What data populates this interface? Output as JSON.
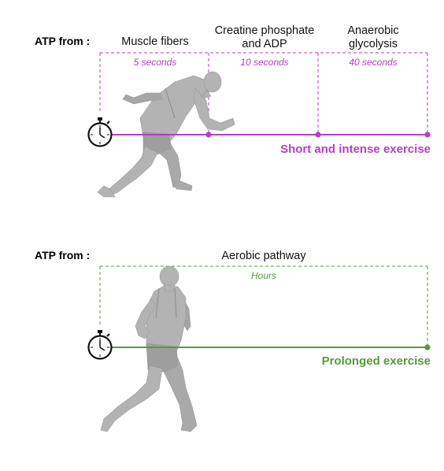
{
  "colors": {
    "short": "#b43fc8",
    "long": "#5a9a3c",
    "figure": "#b3b3b3",
    "figure_dark": "#8c8c8c",
    "text": "#111111"
  },
  "short": {
    "atp_label": "ATP from :",
    "sources": [
      {
        "line1": "Muscle fibers",
        "line2": "",
        "duration": "5 seconds"
      },
      {
        "line1": "Creatine phosphate",
        "line2": "and ADP",
        "duration": "10 seconds"
      },
      {
        "line1": "Anaerobic",
        "line2": "glycolysis",
        "duration": "40 seconds"
      }
    ],
    "exercise_label": "Short and intense exercise",
    "icons": {
      "timer": "stopwatch-icon",
      "figure": "sprinter-figure"
    }
  },
  "long": {
    "atp_label": "ATP from :",
    "source": "Aerobic pathway",
    "duration": "Hours",
    "exercise_label": "Prolonged exercise",
    "icons": {
      "timer": "stopwatch-icon",
      "figure": "runner-figure"
    }
  }
}
